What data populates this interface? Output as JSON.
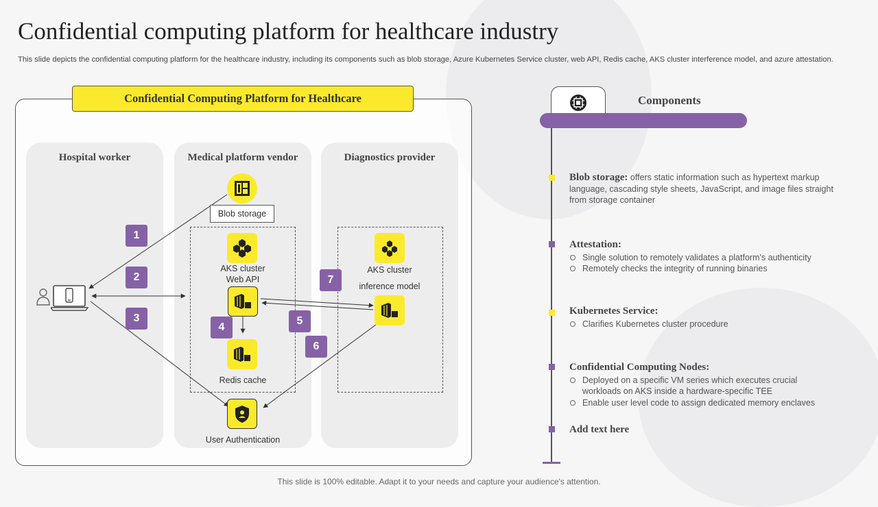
{
  "title": "Confidential computing platform for healthcare industry",
  "subtitle": "This slide depicts the confidential computing platform for the healthcare industry, including its components such as blob storage, Azure Kubernetes Service cluster,  web API,  Redis cache, AKS cluster interference model, and azure attestation.",
  "diagram": {
    "banner": "Confidential Computing Platform for Healthcare",
    "columns": [
      "Hospital worker",
      "Medical platform  vendor",
      "Diagnostics provider"
    ],
    "nodes": {
      "blob_storage": "Blob storage",
      "aks_web_api_line1": "AKS cluster",
      "aks_web_api_line2": "Web API",
      "redis_cache": "Redis cache",
      "aks_inference_line1": "AKS cluster",
      "aks_inference_line2": "inference model",
      "user_auth": "User Authentication"
    },
    "steps": [
      "1",
      "2",
      "3",
      "4",
      "5",
      "6",
      "7"
    ]
  },
  "components": {
    "title": "Components",
    "items": [
      {
        "head": "Blob storage:",
        "text": " offers static information such as hypertext markup language,  cascading style sheets, JavaScript,  and image files straight from storage container",
        "bullets": []
      },
      {
        "head": "Attestation:",
        "text": "",
        "bullets": [
          "Single solution to remotely validates  a platform's authenticity",
          "Remotely checks the integrity of running binaries"
        ]
      },
      {
        "head": "Kubernetes Service:",
        "text": "",
        "bullets": [
          "Clarifies Kubernetes cluster procedure"
        ]
      },
      {
        "head": "Confidential  Computing  Nodes:",
        "text": "",
        "bullets": [
          "Deployed  on a specific VM series which executes crucial workloads on AKS inside a hardware-specific  TEE",
          "Enable user level code to assign dedicated memory enclaves"
        ]
      },
      {
        "head": "Add text here",
        "text": "",
        "bullets": []
      }
    ]
  },
  "colors": {
    "accent_yellow": "#fbea2b",
    "accent_purple": "#8661a6",
    "dot_colors": [
      "#fbea2b",
      "#8661a6",
      "#fbea2b",
      "#8661a6",
      "#8661a6"
    ]
  },
  "footer": "This slide is 100% editable. Adapt it to your needs and capture your audience's attention."
}
